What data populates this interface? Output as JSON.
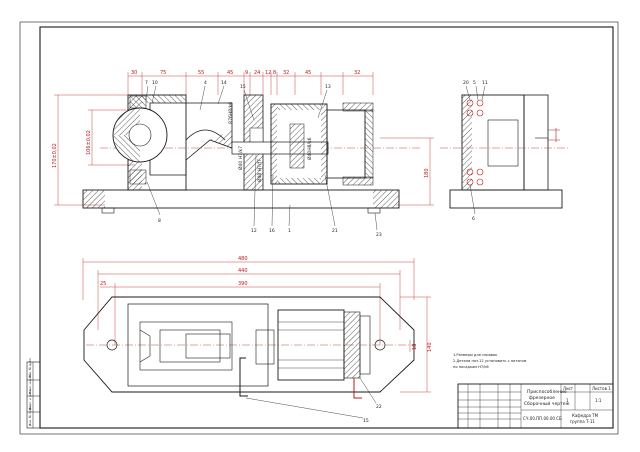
{
  "colors": {
    "ink": "#1a1a1a",
    "dimension": "#c01818",
    "paper": "#ffffff",
    "hatch": "#333333"
  },
  "front_view": {
    "top_dims": [
      "30",
      "75",
      "55",
      "45",
      "9",
      "24",
      "12",
      "8",
      "32",
      "45",
      "32"
    ],
    "left_dims": [
      "170±0,02",
      "106±0,02"
    ],
    "right_dim": "180",
    "inner_labels": [
      "R76H8/k6",
      "Ø40 H7/k7",
      "Ø48 H7/f7",
      "Ø40H8/k6"
    ],
    "part_numbers_top": [
      "7",
      "10",
      "4",
      "14",
      "15",
      "13"
    ],
    "part_numbers_bottom": [
      "8",
      "12",
      "16",
      "1",
      "21",
      "23"
    ]
  },
  "side_view": {
    "part_numbers": [
      "20",
      "5",
      "11",
      "6"
    ]
  },
  "plan_view": {
    "dims": [
      "480",
      "440",
      "25",
      "390",
      "18",
      "140"
    ],
    "part_numbers": [
      "22",
      "15"
    ]
  },
  "notes": [
    "1.Размеры для справок",
    "2.Детали поз.12 установить с натягом",
    "  по посадкам H7/k6"
  ],
  "title_block": {
    "title_line1": "Приспособление",
    "title_line2": "фрезерное",
    "title_line3": "Сборочный чертеж",
    "doc_code": "СЧ.00.ПП.00.00 СБ",
    "scale": "1:1",
    "sheet_label": "Лист",
    "sheets_label": "Листов 1",
    "org": "Кафедра ТМ",
    "group": "группа Т-11",
    "sheet_number": "1"
  },
  "side_strip": [
    "Инв. № подл.",
    "Подп. и дата",
    "Взам. инв. №",
    "Инв. № дубл.",
    "Подп. и дата"
  ]
}
